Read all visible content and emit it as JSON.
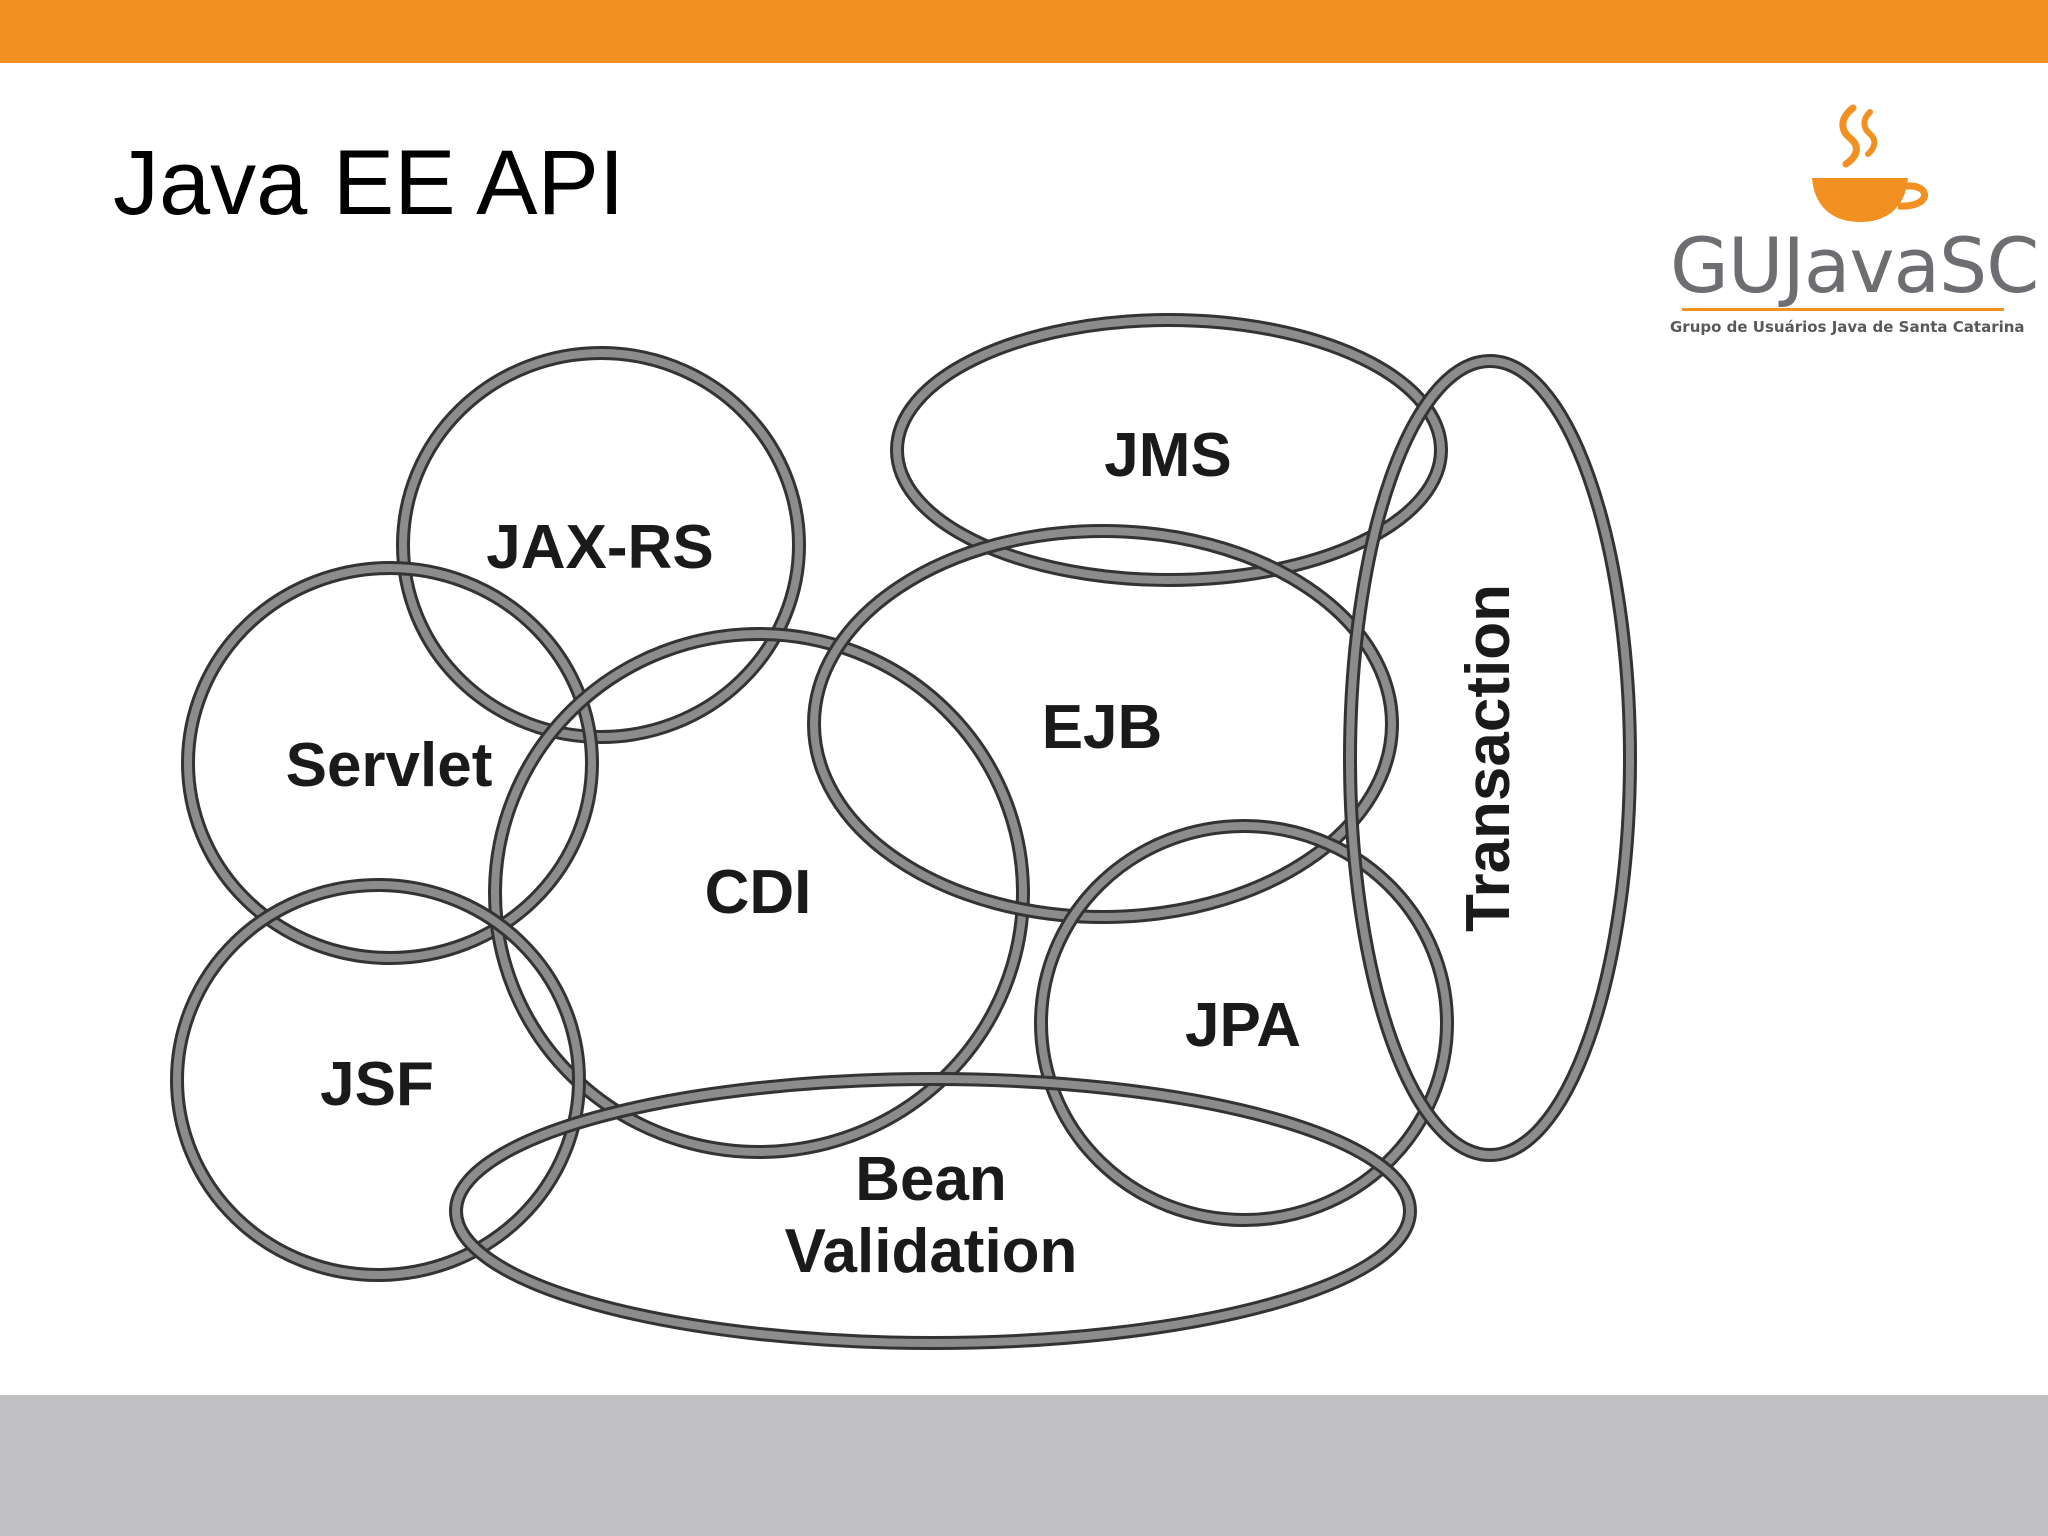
{
  "slide": {
    "title": "Java EE API",
    "colors": {
      "accent": "#F39022",
      "footer": "#C1C0C2",
      "outline": "#333333",
      "outline_fill": "#8C8C8C"
    }
  },
  "logo": {
    "name": "GUJavaSC",
    "tagline": "Grupo de Usuários Java de Santa Catarina",
    "icon": "coffee-cup-icon"
  },
  "diagram": {
    "nodes": [
      {
        "id": "jax-rs",
        "label": "JAX-RS"
      },
      {
        "id": "servlet",
        "label": "Servlet"
      },
      {
        "id": "cdi",
        "label": "CDI"
      },
      {
        "id": "jsf",
        "label": "JSF"
      },
      {
        "id": "jms",
        "label": "JMS"
      },
      {
        "id": "ejb",
        "label": "EJB"
      },
      {
        "id": "jpa",
        "label": "JPA"
      },
      {
        "id": "transaction",
        "label": "Transaction"
      },
      {
        "id": "bean-validation",
        "label": "Bean Validation",
        "lines": [
          "Bean",
          "Validation"
        ]
      }
    ]
  }
}
